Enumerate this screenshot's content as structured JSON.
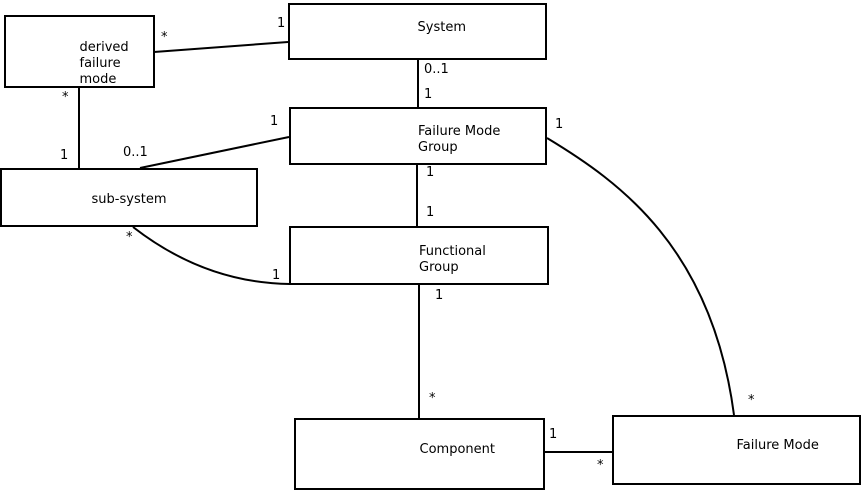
{
  "diagram": {
    "colors": {
      "stroke": "#000000",
      "background": "#ffffff"
    },
    "nodes": [
      {
        "id": "derived-failure-mode",
        "label": "derived\nfailure\nmode"
      },
      {
        "id": "system",
        "label": "System"
      },
      {
        "id": "failure-mode-group",
        "label": "Failure Mode\nGroup"
      },
      {
        "id": "sub-system",
        "label": "sub-system"
      },
      {
        "id": "functional-group",
        "label": "Functional\nGroup"
      },
      {
        "id": "component",
        "label": "Component"
      },
      {
        "id": "failure-mode",
        "label": "Failure Mode"
      }
    ],
    "edges": [
      {
        "source": "derived failure mode",
        "target": "System",
        "source_multiplicity": "*",
        "target_multiplicity": "1"
      },
      {
        "source": "derived failure mode",
        "target": "sub-system",
        "source_multiplicity": "*",
        "target_multiplicity": "1"
      },
      {
        "source": "System",
        "target": "Failure Mode Group",
        "source_multiplicity": "0..1",
        "target_multiplicity": "1"
      },
      {
        "source": "sub-system",
        "target": "Failure Mode Group",
        "source_multiplicity": "0..1",
        "target_multiplicity": "1"
      },
      {
        "source": "Failure Mode Group",
        "target": "Functional Group",
        "source_multiplicity": "1",
        "target_multiplicity": "1"
      },
      {
        "source": "sub-system",
        "target": "Functional Group",
        "source_multiplicity": "*",
        "target_multiplicity": "1"
      },
      {
        "source": "Functional Group",
        "target": "Component",
        "source_multiplicity": "1",
        "target_multiplicity": "*"
      },
      {
        "source": "Component",
        "target": "Failure Mode",
        "source_multiplicity": "1",
        "target_multiplicity": "*"
      },
      {
        "source": "Failure Mode Group",
        "target": "Failure Mode",
        "source_multiplicity": "1",
        "target_multiplicity": "*"
      }
    ]
  }
}
